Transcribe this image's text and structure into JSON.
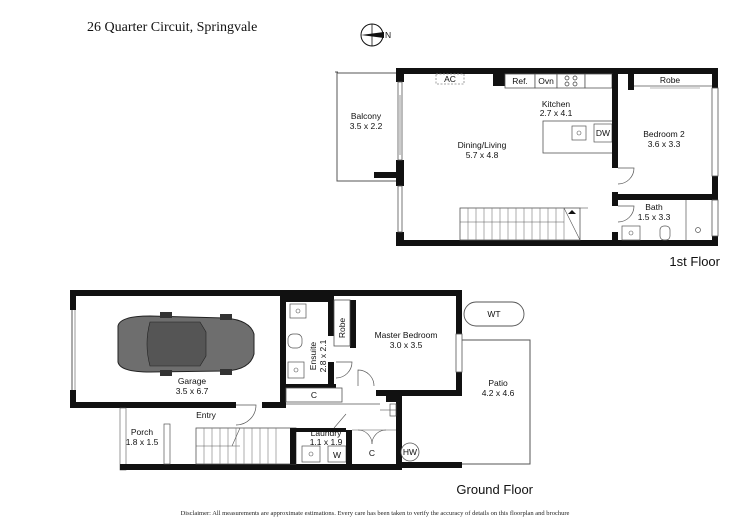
{
  "header": {
    "address": "26 Quarter Circuit, Springvale"
  },
  "compass": {
    "label": "N"
  },
  "floors": [
    {
      "id": "first",
      "label": "1st Floor"
    },
    {
      "id": "ground",
      "label": "Ground Floor"
    }
  ],
  "rooms": {
    "balcony": {
      "name": "Balcony",
      "dims": "3.5 x 2.2"
    },
    "kitchen": {
      "name": "Kitchen",
      "dims": "2.7 x 4.1"
    },
    "dining_living": {
      "name": "Dining/Living",
      "dims": "5.7 x 4.8"
    },
    "bedroom2": {
      "name": "Bedroom 2",
      "dims": "3.6 x 3.3"
    },
    "bath": {
      "name": "Bath",
      "dims": "1.5 x 3.3"
    },
    "garage": {
      "name": "Garage",
      "dims": "3.5 x 6.7"
    },
    "ensuite": {
      "name": "Ensuite",
      "dims": "2.8 x 2.1"
    },
    "master": {
      "name": "Master Bedroom",
      "dims": "3.0 x 3.5"
    },
    "patio": {
      "name": "Patio",
      "dims": "4.2 x 4.6"
    },
    "porch": {
      "name": "Porch",
      "dims": "1.8 x 1.5"
    },
    "laundry": {
      "name": "Laundry",
      "dims": "1.1 x 1.9"
    },
    "entry": {
      "name": "Entry"
    }
  },
  "fixtures": {
    "ac": "AC",
    "ref": "Ref.",
    "oven": "Ovn",
    "dw": "DW",
    "robe_upper": "Robe",
    "robe_lower": "Robe",
    "wt": "WT",
    "hw": "HW",
    "washer": "W",
    "cupboard_c1": "C",
    "cupboard_c2": "C"
  },
  "disclaimer": "Disclaimer: All measurements are approximate estimations. Every care has been taken to verify the accuracy of details on this floorplan and brochure"
}
